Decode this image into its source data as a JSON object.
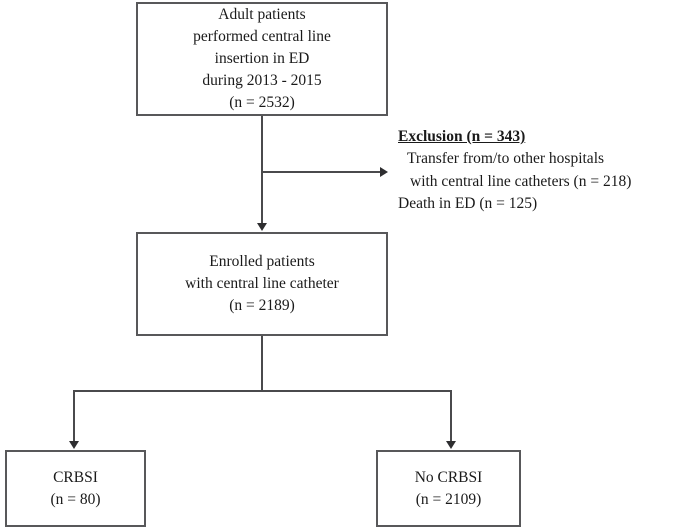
{
  "diagram": {
    "type": "patient-selection-flowchart",
    "nodes": {
      "top": {
        "lines": [
          "Adult patients",
          "performed central line",
          "insertion in ED",
          "during 2013 - 2015",
          "(n = 2532)"
        ],
        "count": 2532
      },
      "enrolled": {
        "lines": [
          "Enrolled patients",
          "with central line catheter",
          "(n = 2189)"
        ],
        "count": 2189
      },
      "crbsi": {
        "lines": [
          "CRBSI",
          "(n = 80)"
        ],
        "count": 80
      },
      "no_crbsi": {
        "lines": [
          "No CRBSI",
          "(n = 2109)"
        ],
        "count": 2109
      }
    },
    "exclusion": {
      "title": "Exclusion (n = 343)",
      "total": 343,
      "reasons": [
        {
          "line1": "Transfer from/to other hospitals",
          "line2": "with central line catheters (n = 218)",
          "count": 218
        },
        {
          "line1": "Death in ED (n = 125)",
          "count": 125
        }
      ]
    },
    "colors": {
      "box_border": "#58585a",
      "connector": "#4a4a4c",
      "arrowhead": "#2e2e30",
      "text": "#1a1a1a",
      "background": "#ffffff"
    }
  }
}
